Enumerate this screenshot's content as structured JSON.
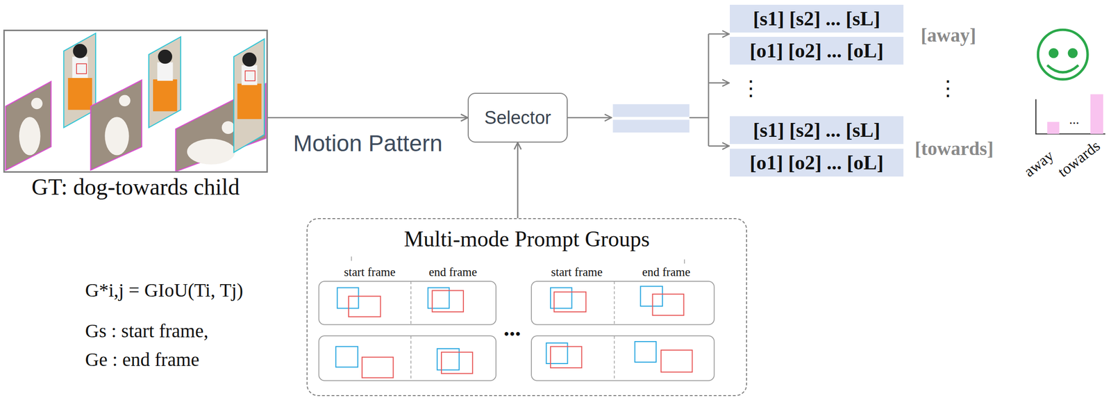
{
  "diagram": {
    "nodes": [
      {
        "text": [
          "GT: dog-towards child"
        ]
      },
      {
        "text": [
          "Selector"
        ]
      },
      {
        "text": [
          "[s1] [s2] ... [sL]"
        ]
      },
      {
        "text": [
          "[o1] [o2] ... [oL]"
        ]
      },
      {
        "text": [
          "[s1] [s2] ... [sL]"
        ]
      },
      {
        "text": [
          "[o1] [o2] ... [oL]"
        ]
      },
      {
        "text": [
          "Multi-mode Prompt Groups"
        ]
      }
    ],
    "edges": [
      {
        "from": 0,
        "to": 1,
        "arrow": "to",
        "label": "Motion Pattern"
      },
      {
        "from": 6,
        "to": 1,
        "arrow": "to"
      }
    ],
    "labels": [
      "[away]",
      "⋮",
      "⋮",
      "[towards]",
      "away",
      "...",
      "towards",
      "start frame",
      "end frame",
      "start frame",
      "end frame",
      "...",
      "G*i,j = GIoU(Ti, Tj)",
      "Gs : start frame,",
      "Ge : end frame"
    ]
  }
}
